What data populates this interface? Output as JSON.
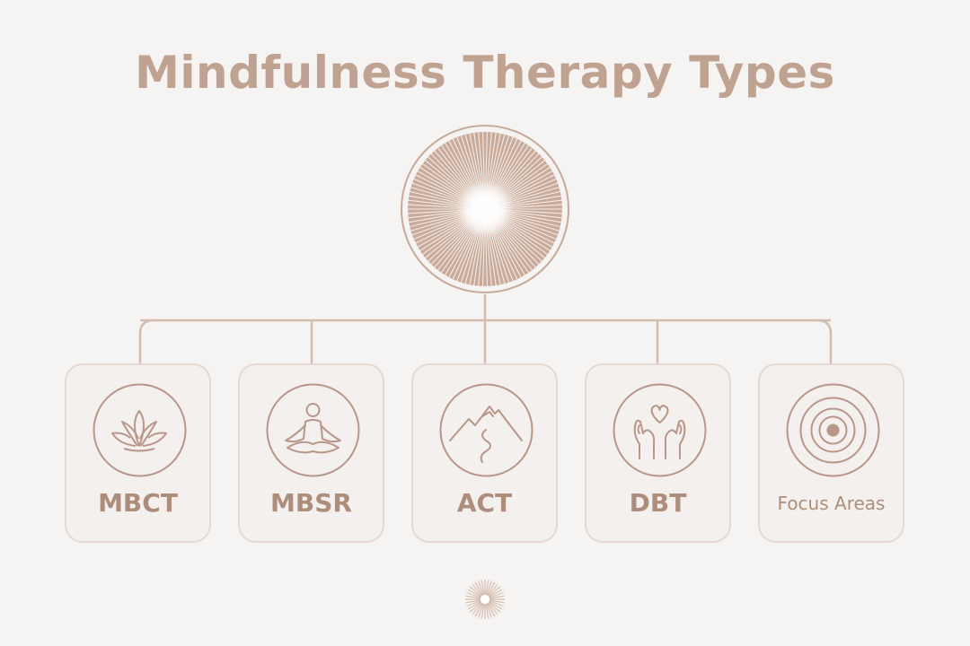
{
  "title": "Mindfulness Therapy Types",
  "colors": {
    "accent": "#b8978a",
    "accent_light": "#d6bfb2",
    "background": "#f6f4f3",
    "card_border": "#e6d9d2",
    "label": "#ad8e7c"
  },
  "hub": {
    "icon": "sunburst-icon"
  },
  "cards": [
    {
      "label": "MBCT",
      "icon": "lotus-icon"
    },
    {
      "label": "MBSR",
      "icon": "meditation-icon"
    },
    {
      "label": "ACT",
      "icon": "mountain-path-icon"
    },
    {
      "label": "DBT",
      "icon": "hands-heart-icon"
    },
    {
      "label": "Focus Areas",
      "icon": "target-icon"
    }
  ],
  "footer": {
    "icon": "sunburst-icon"
  }
}
